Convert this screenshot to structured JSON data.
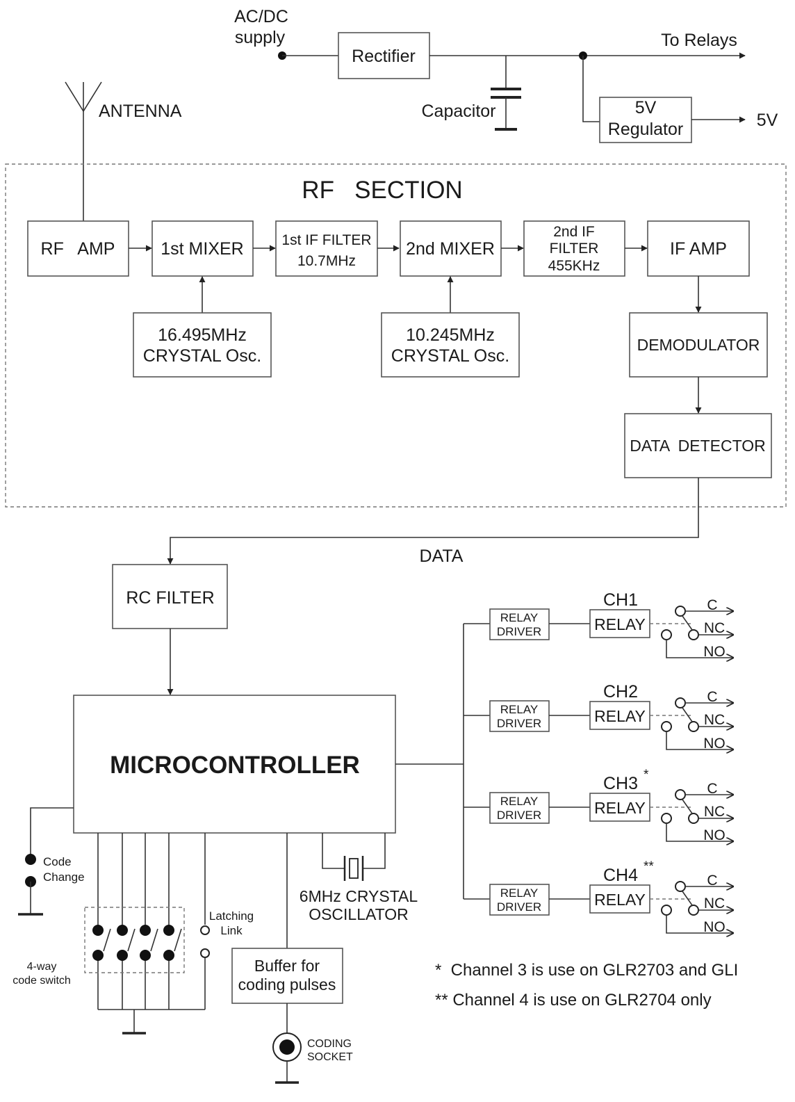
{
  "power": {
    "supply_line1": "AC/DC",
    "supply_line2": "supply",
    "rectifier": "Rectifier",
    "capacitor": "Capacitor",
    "to_relays": "To Relays",
    "regulator_line1": "5V",
    "regulator_line2": "Regulator",
    "out_5v": "5V"
  },
  "antenna": "ANTENNA",
  "rf": {
    "title": "RF   SECTION",
    "rf_amp": "RF   AMP",
    "mixer1": "1st MIXER",
    "if_filter1_line1": "1st IF FILTER",
    "if_filter1_line2": "10.7MHz",
    "mixer2": "2nd MIXER",
    "if_filter2_line1": "2nd IF",
    "if_filter2_line2": "FILTER",
    "if_filter2_line3": "455KHz",
    "if_amp": "IF AMP",
    "osc1_line1": "16.495MHz",
    "osc1_line2": "CRYSTAL Osc.",
    "osc2_line1": "10.245MHz",
    "osc2_line2": "CRYSTAL Osc.",
    "demodulator": "DEMODULATOR",
    "data_detector": "DATA  DETECTOR"
  },
  "data_label": "DATA",
  "rc_filter": "RC FILTER",
  "microcontroller": "MICROCONTROLLER",
  "code_change_line1": "Code",
  "code_change_line2": "Change",
  "latching_line1": "Latching",
  "latching_line2": "Link",
  "code_switch_line1": "4-way",
  "code_switch_line2": "code switch",
  "crystal_line1": "6MHz CRYSTAL",
  "crystal_line2": "OSCILLATOR",
  "buffer_line1": "Buffer for",
  "buffer_line2": "coding pulses",
  "socket_line1": "CODING",
  "socket_line2": "SOCKET",
  "channels": [
    {
      "name": "CH1",
      "mark": "",
      "driver_line1": "RELAY",
      "driver_line2": "DRIVER",
      "relay": "RELAY",
      "c": "C",
      "nc": "NC",
      "no": "NO"
    },
    {
      "name": "CH2",
      "mark": "",
      "driver_line1": "RELAY",
      "driver_line2": "DRIVER",
      "relay": "RELAY",
      "c": "C",
      "nc": "NC",
      "no": "NO"
    },
    {
      "name": "CH3",
      "mark": "*",
      "driver_line1": "RELAY",
      "driver_line2": "DRIVER",
      "relay": "RELAY",
      "c": "C",
      "nc": "NC",
      "no": "NO"
    },
    {
      "name": "CH4",
      "mark": "**",
      "driver_line1": "RELAY",
      "driver_line2": "DRIVER",
      "relay": "RELAY",
      "c": "C",
      "nc": "NC",
      "no": "NO"
    }
  ],
  "notes": {
    "note1": "*  Channel 3 is use on GLR2703 and GLI",
    "note2": "** Channel 4 is use on GLR2704 only"
  }
}
